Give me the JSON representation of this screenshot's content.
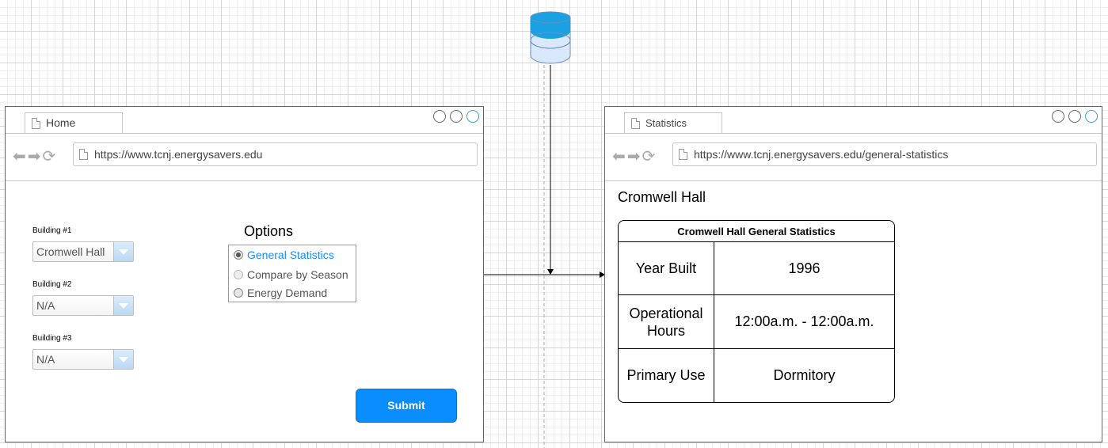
{
  "home_window": {
    "tab_title": "Home",
    "url": "https://www.tcnj.energysavers.edu",
    "fields": [
      {
        "label": "Building #1",
        "value": "Cromwell Hall"
      },
      {
        "label": "Building #2",
        "value": "N/A"
      },
      {
        "label": "Building #3",
        "value": "N/A"
      }
    ],
    "options_title": "Options",
    "options": [
      {
        "label": "General Statistics",
        "selected": true
      },
      {
        "label": "Compare by Season",
        "selected": false
      },
      {
        "label": "Energy Demand",
        "selected": false
      }
    ],
    "submit_label": "Submit"
  },
  "stats_window": {
    "tab_title": "Statistics",
    "url": "https://www.tcnj.energysavers.edu/general-statistics",
    "heading": "Cromwell Hall",
    "table_title": "Cromwell Hall General Statistics",
    "rows": [
      {
        "label": "Year Built",
        "value": "1996"
      },
      {
        "label": "Operational Hours",
        "value": "12:00a.m. - 12:00a.m."
      },
      {
        "label": "Primary Use",
        "value": "Dormitory"
      }
    ]
  },
  "icons": {
    "database": "database-icon",
    "back": "back-arrow-icon",
    "forward": "forward-arrow-icon",
    "reload": "reload-icon",
    "page": "page-icon"
  },
  "colors": {
    "accent": "#0a8eff",
    "link_blue": "#1a8cff",
    "db_blue": "#1ba1e2"
  }
}
